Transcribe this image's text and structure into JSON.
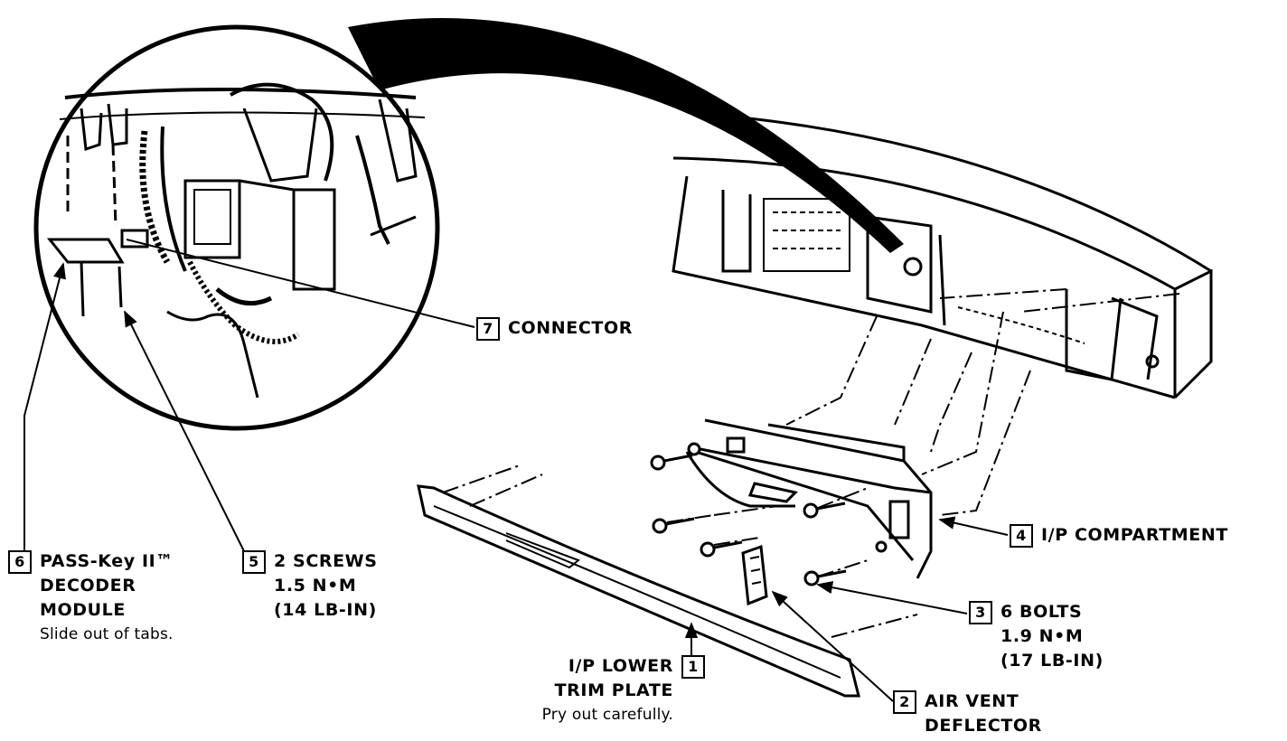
{
  "callouts": {
    "c1": {
      "number": "1",
      "lines": [
        "I/P LOWER",
        "TRIM PLATE"
      ],
      "note": "Pry out carefully."
    },
    "c2": {
      "number": "2",
      "lines": [
        "AIR VENT",
        "DEFLECTOR"
      ]
    },
    "c3": {
      "number": "3",
      "lines": [
        "6 BOLTS",
        "1.9 N•M",
        "(17 LB-IN)"
      ]
    },
    "c4": {
      "number": "4",
      "lines": [
        "I/P COMPARTMENT"
      ]
    },
    "c5": {
      "number": "5",
      "lines": [
        "2 SCREWS",
        "1.5 N•M",
        "(14 LB-IN)"
      ]
    },
    "c6": {
      "number": "6",
      "lines": [
        "PASS-Key II™",
        "DECODER",
        "MODULE"
      ],
      "note": "Slide out of tabs."
    },
    "c7": {
      "number": "7",
      "lines": [
        "CONNECTOR"
      ]
    }
  }
}
